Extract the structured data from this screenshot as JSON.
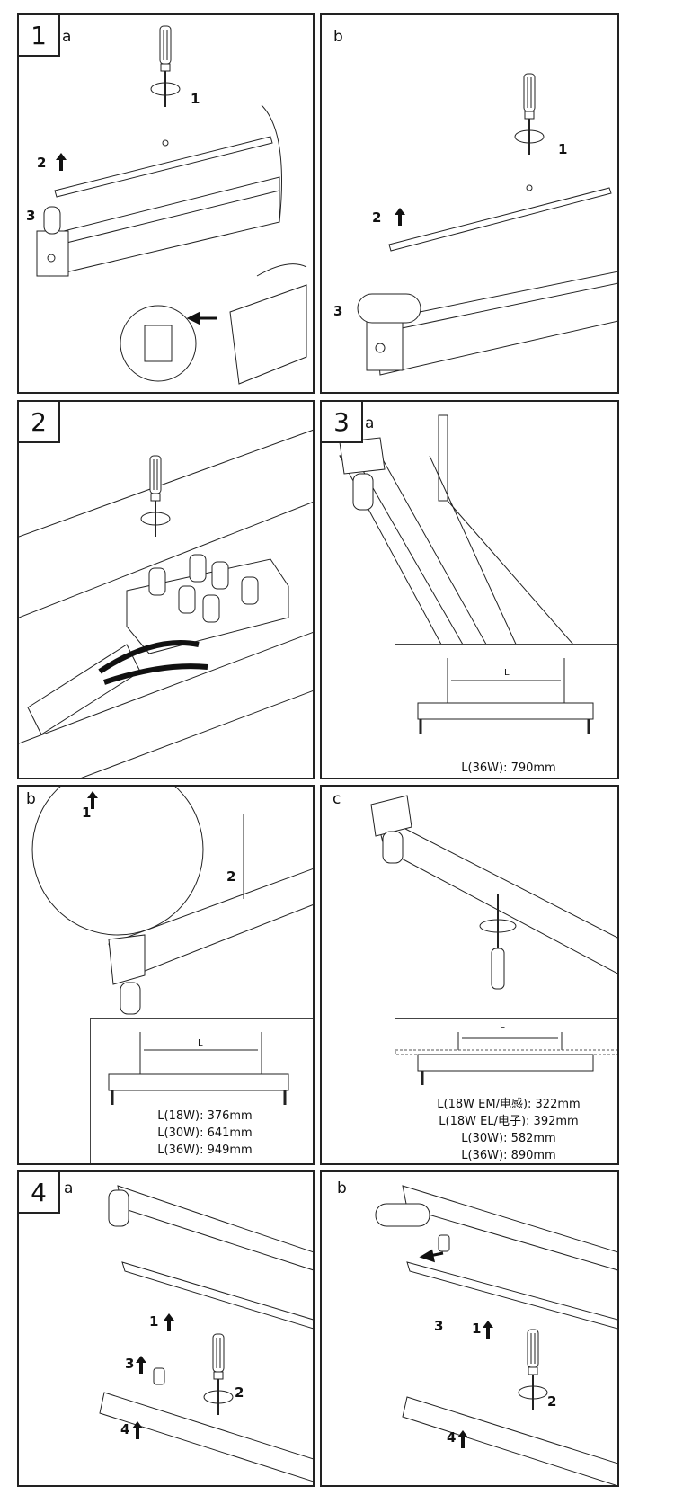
{
  "panels": {
    "p1a": {
      "step": "1",
      "sub": "a",
      "labels": [
        "1",
        "2",
        "3"
      ]
    },
    "p1b": {
      "sub": "b",
      "labels": [
        "1",
        "2",
        "3"
      ]
    },
    "p2": {
      "step": "2"
    },
    "p3a": {
      "step": "3",
      "sub": "a",
      "dim_label": "L",
      "lengths": [
        "L(36W): 790mm"
      ]
    },
    "p3b": {
      "sub": "b",
      "labels": [
        "1",
        "2"
      ],
      "dim_label": "L",
      "lengths": [
        "L(18W): 376mm",
        "L(30W): 641mm",
        "L(36W): 949mm"
      ]
    },
    "p3c": {
      "sub": "c",
      "dim_label": "L",
      "lengths": [
        "L(18W EM/电感): 322mm",
        "L(18W EL/电子): 392mm",
        "L(30W): 582mm",
        "L(36W): 890mm"
      ]
    },
    "p4a": {
      "step": "4",
      "sub": "a",
      "labels": [
        "1",
        "3",
        "2",
        "4"
      ]
    },
    "p4b": {
      "sub": "b",
      "labels": [
        "3",
        "1",
        "2",
        "4"
      ]
    }
  },
  "icons": [
    "screwdriver-icon",
    "rotate-arrow-icon",
    "up-arrow-icon",
    "left-arrow-icon",
    "hand-icon",
    "terminal-block-icon"
  ]
}
